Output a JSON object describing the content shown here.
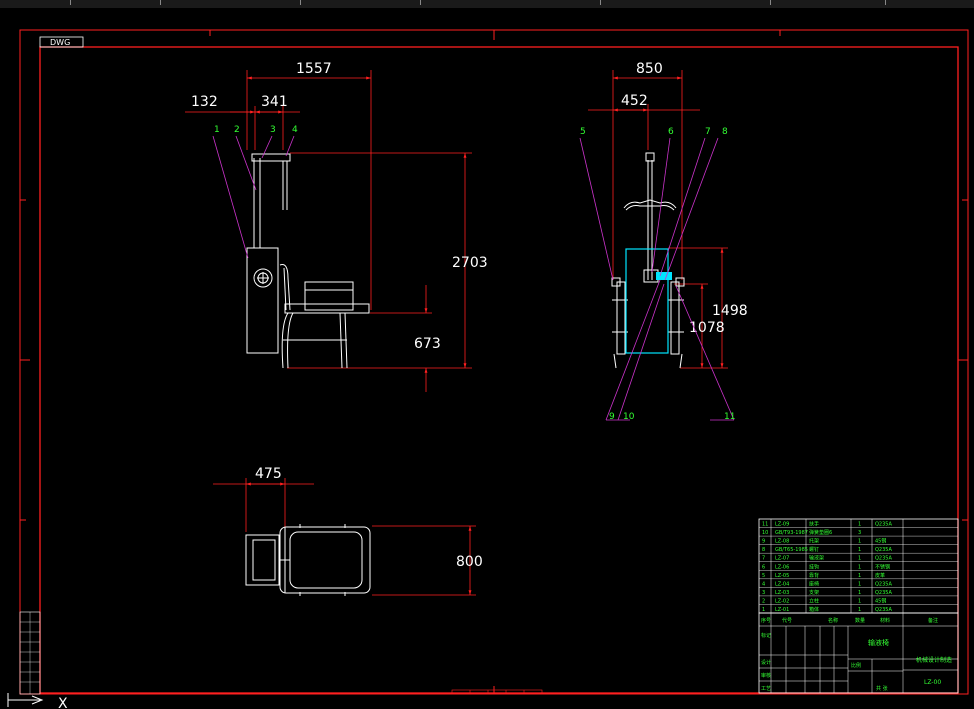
{
  "sheet": {
    "corner_tag": "DWG",
    "bottom_marker": "X"
  },
  "dimensions": {
    "front_overall_width": "1557",
    "front_left_offset": "132",
    "front_column_width": "341",
    "front_height": "2703",
    "front_seat_height": "673",
    "side_width": "850",
    "side_half_width": "452",
    "side_height_upper": "1498",
    "side_height_lower": "1078",
    "plan_offset": "475",
    "plan_depth": "800"
  },
  "balloons": [
    "1",
    "2",
    "3",
    "4",
    "5",
    "6",
    "7",
    "8",
    "9",
    "10",
    "11"
  ],
  "parts_list": [
    {
      "no": "11",
      "code": "LZ-09",
      "name": "扶手",
      "qty": "1",
      "material": "Q235A"
    },
    {
      "no": "10",
      "code": "GB/T93-1987",
      "name": "弹簧垫圈6",
      "qty": "3",
      "material": ""
    },
    {
      "no": "9",
      "code": "LZ-08",
      "name": "托架",
      "qty": "1",
      "material": "45钢"
    },
    {
      "no": "8",
      "code": "GB/T65-1985",
      "name": "螺钉",
      "qty": "1",
      "material": "Q235A"
    },
    {
      "no": "7",
      "code": "LZ-07",
      "name": "输液架",
      "qty": "1",
      "material": "Q235A"
    },
    {
      "no": "6",
      "code": "LZ-06",
      "name": "挂钩",
      "qty": "1",
      "material": "不锈钢"
    },
    {
      "no": "5",
      "code": "LZ-05",
      "name": "靠背",
      "qty": "1",
      "material": "皮革"
    },
    {
      "no": "4",
      "code": "LZ-04",
      "name": "座椅",
      "qty": "1",
      "material": "Q235A"
    },
    {
      "no": "3",
      "code": "LZ-03",
      "name": "支架",
      "qty": "1",
      "material": "Q235A"
    },
    {
      "no": "2",
      "code": "LZ-02",
      "name": "立柱",
      "qty": "1",
      "material": "45钢"
    },
    {
      "no": "1",
      "code": "LZ-01",
      "name": "箱体",
      "qty": "1",
      "material": "Q235A"
    }
  ],
  "title_block": {
    "header": [
      "序号",
      "代号",
      "名称",
      "数量",
      "材料",
      "备注"
    ],
    "drawing_name": "输液椅",
    "company": "机械设计制造",
    "drawing_no": "LZ-00",
    "rows_left": [
      "标记",
      "设计",
      "审核",
      "工艺"
    ],
    "scale_label": "比例",
    "sheet_label": "共 张"
  },
  "colors": {
    "frame": "#ff2020",
    "outline": "#ffffff",
    "leader": "#cc33cc",
    "balloon_text": "#33ff33",
    "highlight": "#00e5ff"
  }
}
